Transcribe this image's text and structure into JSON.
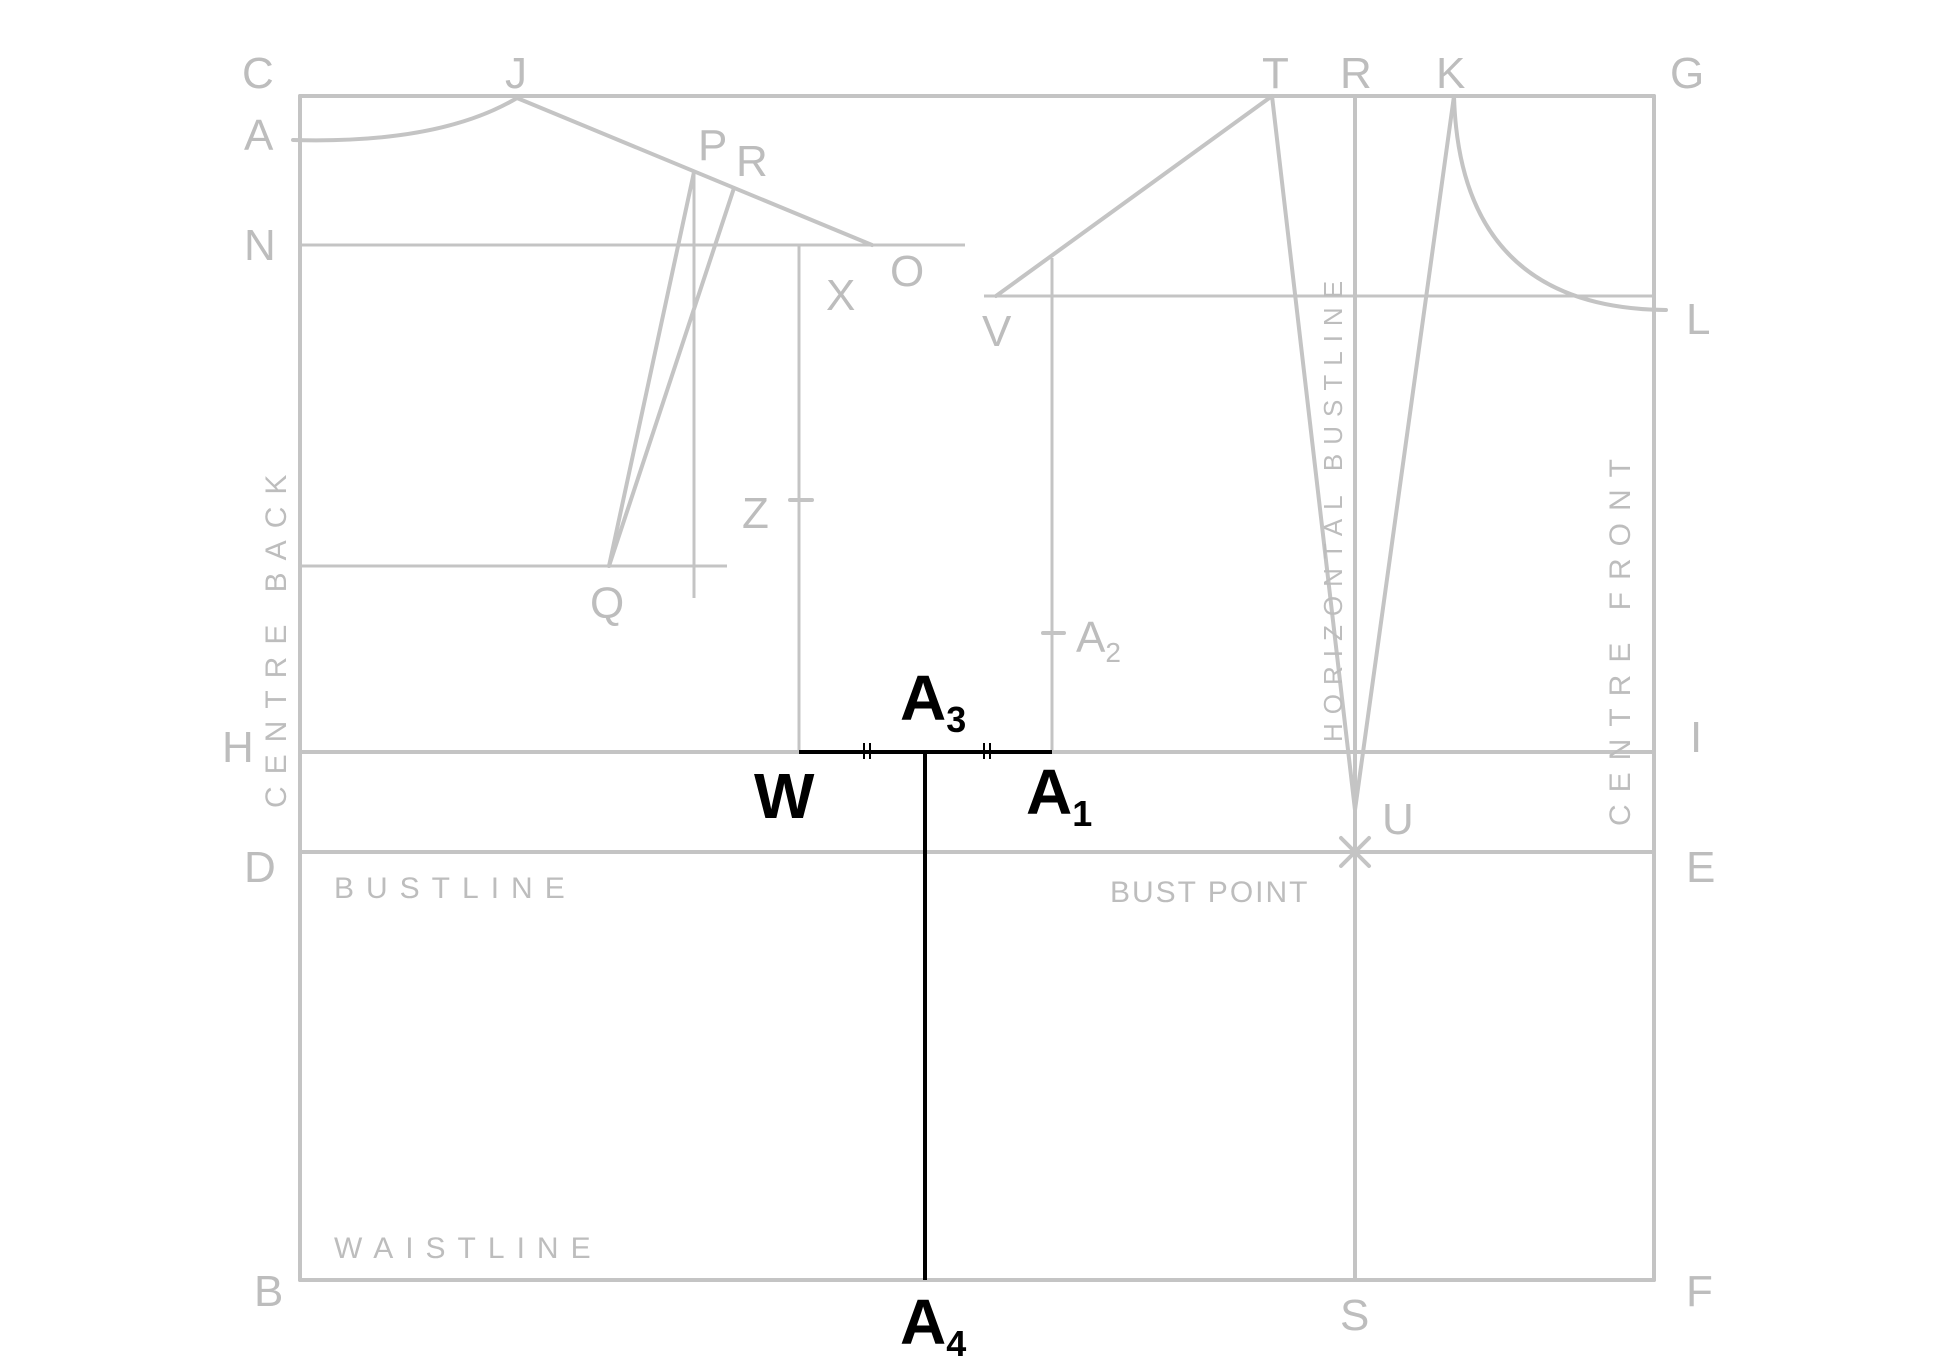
{
  "points": {
    "C": "C",
    "J": "J",
    "T": "T",
    "R_top": "R",
    "K": "K",
    "G": "G",
    "A": "A",
    "P": "P",
    "R": "R",
    "N": "N",
    "O": "O",
    "X": "X",
    "V": "V",
    "L": "L",
    "Z": "Z",
    "Q": "Q",
    "H": "H",
    "I": "I",
    "U": "U",
    "D": "D",
    "E": "E",
    "B": "B",
    "S": "S",
    "F": "F"
  },
  "a2": {
    "base": "A",
    "sub": "2"
  },
  "highlight": {
    "W": "W",
    "A1": {
      "base": "A",
      "sub": "1"
    },
    "A3": {
      "base": "A",
      "sub": "3"
    },
    "A4": {
      "base": "A",
      "sub": "4"
    }
  },
  "labels": {
    "centre_back": "CENTRE BACK",
    "centre_front": "CENTRE FRONT",
    "horizontal_bustline": "HORIZONTAL BUSTLINE",
    "bustline": "BUSTLINE",
    "bust_point": "BUST POINT",
    "waistline": "WAISTLINE"
  },
  "colors": {
    "construction": "#c4c4c4",
    "highlight": "#000000"
  }
}
